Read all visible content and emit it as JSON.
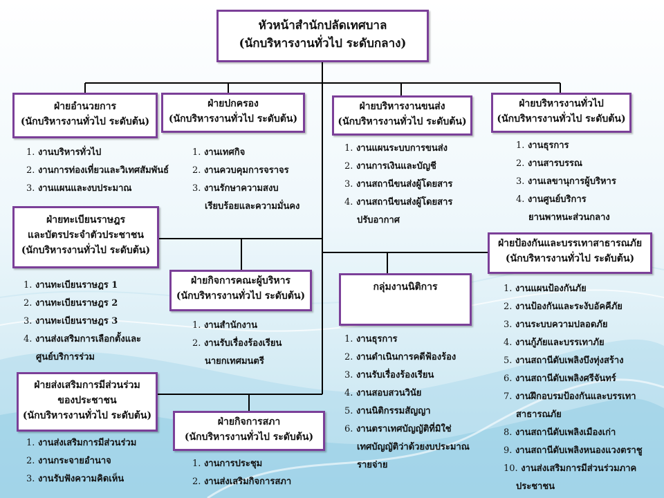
{
  "head": {
    "line1": "หัวหน้าสำนักปลัดเทศบาล",
    "line2": "(นักบริหารงานทั่วไป ระดับกลาง)"
  },
  "divisions": {
    "admin_general": {
      "line1": "ฝ่ายอำนวยการ",
      "line2": "(นักบริหารงานทั่วไป ระดับต้น)",
      "items": [
        {
          "num": "1.",
          "text": "งานบริหารทั่วไป"
        },
        {
          "num": "2.",
          "text": "งานการท่องเที่ยวและวิเทศสัมพันธ์"
        },
        {
          "num": "3.",
          "text": "งานแผนและงบประมาณ"
        }
      ]
    },
    "governance": {
      "line1": "ฝ่ายปกครอง",
      "line2": "(นักบริหารงานทั่วไป ระดับต้น)",
      "items": [
        {
          "num": "1.",
          "text": "งานเทศกิจ"
        },
        {
          "num": "2.",
          "text": "งานควบคุมการจราจร"
        },
        {
          "num": "3.",
          "text": "งานรักษาความสงบ",
          "cont": "เรียบร้อยและความมั่นคง"
        }
      ]
    },
    "transport": {
      "line1": "ฝ่ายบริหารงานขนส่ง",
      "line2": "(นักบริหารงานทั่วไป ระดับต้น)",
      "items": [
        {
          "num": "1.",
          "text": "งานแผนระบบการขนส่ง"
        },
        {
          "num": "2.",
          "text": "งานการเงินและบัญชี"
        },
        {
          "num": "3.",
          "text": "งานสถานีขนส่งผู้โดยสาร"
        },
        {
          "num": "4.",
          "text": "งานสถานีขนส่งผู้โดยสาร",
          "cont": "ปรับอากาศ"
        }
      ]
    },
    "general_admin": {
      "line1": "ฝ่ายบริหารงานทั่วไป",
      "line2": "(นักบริหารงานทั่วไป ระดับต้น)",
      "items": [
        {
          "num": "1.",
          "text": "งานธุรการ"
        },
        {
          "num": "2.",
          "text": "งานสารบรรณ"
        },
        {
          "num": "3.",
          "text": "งานเลขานุการผู้บริหาร"
        },
        {
          "num": "4.",
          "text": "งานศูนย์บริการ",
          "cont": "ยานพาหนะส่วนกลาง"
        }
      ]
    },
    "registration": {
      "line1": "ฝ่ายทะเบียนราษฎร",
      "line2": "และบัตรประจำตัวประชาชน",
      "line3": "(นักบริหารงานทั่วไป ระดับต้น)",
      "items": [
        {
          "num": "1.",
          "text": "งานทะเบียนราษฎร 1"
        },
        {
          "num": "2.",
          "text": "งานทะเบียนราษฎร 2"
        },
        {
          "num": "3.",
          "text": "งานทะเบียนราษฎร 3"
        },
        {
          "num": "4.",
          "text": "งานส่งเสริมการเลือกตั้งและ",
          "cont": "ศูนย์บริการร่วม"
        }
      ]
    },
    "executive_affairs": {
      "line1": "ฝ่ายกิจการคณะผู้บริหาร",
      "line2": "(นักบริหารงานทั่วไป ระดับต้น)",
      "items": [
        {
          "num": "1.",
          "text": "งานสำนักงาน"
        },
        {
          "num": "2.",
          "text": "งานรับเรื่องร้องเรียน",
          "cont": "นายกเทศมนตรี"
        }
      ]
    },
    "legal": {
      "line1": "กลุ่มงานนิติการ",
      "items": [
        {
          "num": "1.",
          "text": "งานธุรการ"
        },
        {
          "num": "2.",
          "text": "งานดำเนินการคดีฟ้องร้อง"
        },
        {
          "num": "3.",
          "text": "งานรับเรื่องร้องเรียน"
        },
        {
          "num": "4.",
          "text": "งานสอบสวนวินัย"
        },
        {
          "num": "5.",
          "text": "งานนิติกรรมสัญญา"
        },
        {
          "num": "6.",
          "text": "งานตราเทศบัญญัติที่มิใช่",
          "cont": "เทศบัญญัติว่าด้วยงบประมาณ",
          "cont2": "รายจ่าย"
        }
      ]
    },
    "disaster": {
      "line1": "ฝ่ายป้องกันและบรรเทาสาธารณภัย",
      "line2": "(นักบริหารงานทั่วไป ระดับต้น)",
      "items": [
        {
          "num": "1.",
          "text": "งานแผนป้องกันภัย"
        },
        {
          "num": "2.",
          "text": "งานป้องกันและระงับอัคคีภัย"
        },
        {
          "num": "3.",
          "text": "งานระบบความปลอดภัย"
        },
        {
          "num": "4.",
          "text": "งานกู้ภัยและบรรเทาภัย"
        },
        {
          "num": "5.",
          "text": "งานสถานีดับเพลิงบึงทุ่งสร้าง"
        },
        {
          "num": "6.",
          "text": "งานสถานีดับเพลิงศรีจันทร์"
        },
        {
          "num": "7.",
          "text": "งานฝึกอบรมป้องกันและบรรเทา",
          "cont": "สาธารณภัย"
        },
        {
          "num": "8.",
          "text": "งานสถานีดับเพลิงเมืองเก่า"
        },
        {
          "num": "9.",
          "text": "งานสถานีดับเพลิงหนองแวงตราชู"
        },
        {
          "num": "10.",
          "text": "งานส่งเสริมการมีส่วนร่วมภาค",
          "cont": "ประชาชน"
        }
      ]
    },
    "participation": {
      "line1": "ฝ่ายส่งเสริมการมีส่วนร่วม",
      "line2": "ของประชาชน",
      "line3": "(นักบริหารงานทั่วไป ระดับต้น)",
      "items": [
        {
          "num": "1.",
          "text": "งานส่งเสริมการมีส่วนร่วม"
        },
        {
          "num": "2.",
          "text": "งานกระจายอำนาจ"
        },
        {
          "num": "3.",
          "text": "งานรับฟังความคิดเห็น"
        }
      ]
    },
    "council": {
      "line1": "ฝ่ายกิจการสภา",
      "line2": "(นักบริหารงานทั่วไป ระดับต้น)",
      "items": [
        {
          "num": "1.",
          "text": "งานการประชุม"
        },
        {
          "num": "2.",
          "text": "งานส่งเสริมกิจการสภา"
        }
      ]
    }
  }
}
